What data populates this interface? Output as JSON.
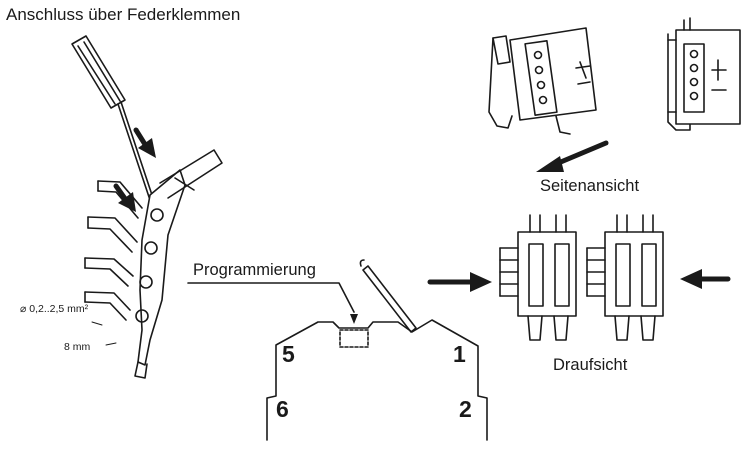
{
  "labels": {
    "title": "Anschluss über Federklemmen",
    "programming": "Programmierung",
    "side_view": "Seitenansicht",
    "top_view": "Draufsicht",
    "wire_size": "⌀ 0,2..2,5 mm²",
    "strip_length": "8 mm"
  },
  "terminals": {
    "t5": "5",
    "t6": "6",
    "t1": "1",
    "t2": "2"
  },
  "colors": {
    "line": "#1a1a1a",
    "background": "#ffffff"
  }
}
